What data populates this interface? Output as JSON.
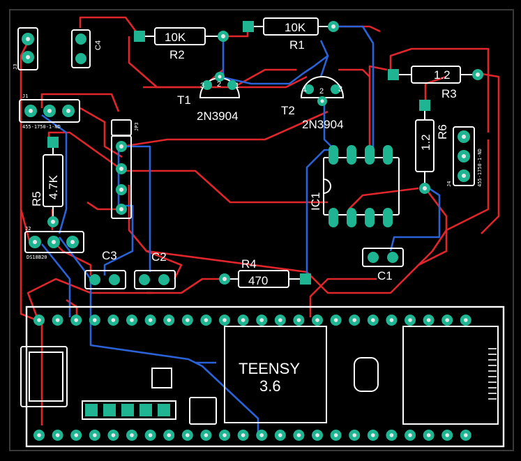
{
  "colors": {
    "background": "#000000",
    "board_outline": "#e8e8e8",
    "top_trace": "#e0262b",
    "bottom_trace": "#2a63d8",
    "pad": "#1fb592",
    "pad_hole": "#e8e8e8",
    "silkscreen": "#ffffff"
  },
  "labels": {
    "r2_value": "10K",
    "r2_name": "R2",
    "r1_value": "10K",
    "r1_name": "R1",
    "c4_name": "C4",
    "j3_name": "J3",
    "j1_name": "J1",
    "j1_part": "455-1750-1-ND",
    "jp3_name": "JP3",
    "t1_name": "T1",
    "t1_part": "2N3904",
    "t2_name": "T2",
    "t2_part": "2N3904",
    "r3_value": "1.2",
    "r3_name": "R3",
    "r6_value": "1.2",
    "r6_name": "R6",
    "j4_name": "J4",
    "j4_part": "455-1750-1-ND",
    "r5_value": "4.7K",
    "r5_name": "R5",
    "j2_name": "J2",
    "j2_part": "DS18B20",
    "ic1_name": "IC1",
    "c3_name": "C3",
    "c2_name": "C2",
    "r4_name": "R4",
    "r4_value": "470",
    "c1_name": "C1",
    "teensy_line1": "TEENSY",
    "teensy_line2": "3.6",
    "pin_1": "1",
    "pin_2": "2",
    "pin_3": "3"
  }
}
